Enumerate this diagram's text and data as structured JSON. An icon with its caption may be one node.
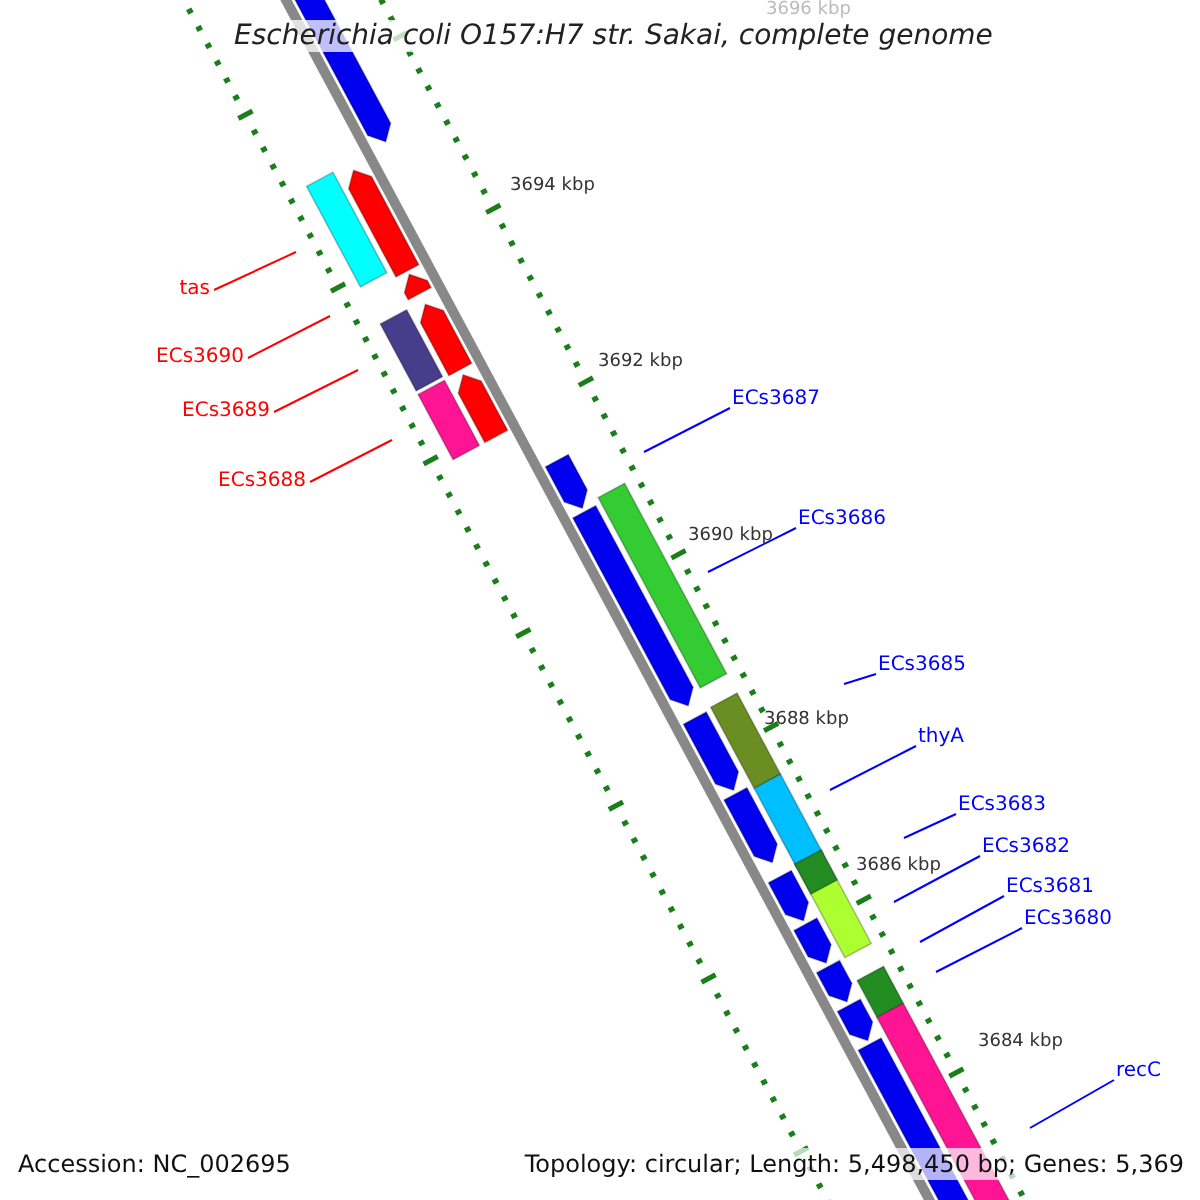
{
  "diagram": {
    "title": "Escherichia coli O157:H7 str. Sakai, complete genome",
    "nodes": [
      {
        "text": [
          "tas"
        ]
      },
      {
        "text": [
          "ECs3690"
        ]
      },
      {
        "text": [
          "ECs3689"
        ]
      },
      {
        "text": [
          "ECs3688"
        ]
      },
      {
        "text": [
          "ECs3687"
        ]
      },
      {
        "text": [
          "ECs3686"
        ]
      },
      {
        "text": [
          "ECs3685"
        ]
      },
      {
        "text": [
          "thyA"
        ]
      },
      {
        "text": [
          "ECs3683"
        ]
      },
      {
        "text": [
          "ECs3682"
        ]
      },
      {
        "text": [
          "ECs3681"
        ]
      },
      {
        "text": [
          "ECs3680"
        ]
      },
      {
        "text": [
          "recC"
        ]
      }
    ],
    "edges": [
      {
        "from": 0,
        "to": null,
        "arrow": "none",
        "color": "#ff0000"
      },
      {
        "from": 1,
        "to": null,
        "arrow": "none",
        "color": "#ff0000"
      },
      {
        "from": 2,
        "to": null,
        "arrow": "none",
        "color": "#ff0000"
      },
      {
        "from": 3,
        "to": null,
        "arrow": "none",
        "color": "#ff0000"
      },
      {
        "from": 4,
        "to": null,
        "arrow": "none"
      },
      {
        "from": 5,
        "to": null,
        "arrow": "none"
      },
      {
        "from": 6,
        "to": null,
        "arrow": "none"
      },
      {
        "from": 7,
        "to": null,
        "arrow": "none"
      },
      {
        "from": 8,
        "to": null,
        "arrow": "none"
      },
      {
        "from": 9,
        "to": null,
        "arrow": "none"
      },
      {
        "from": 10,
        "to": null,
        "arrow": "none"
      },
      {
        "from": 11,
        "to": null,
        "arrow": "none"
      },
      {
        "from": 12,
        "to": null,
        "arrow": "none"
      }
    ],
    "labels": [
      "3696 kbp",
      "3694 kbp",
      "3692 kbp",
      "3690 kbp",
      "3688 kbp",
      "3686 kbp",
      "3684 kbp",
      "Accession: NC_002695",
      "Topology: circular; Length: 5,498,450 bp; Genes: 5,369"
    ]
  }
}
